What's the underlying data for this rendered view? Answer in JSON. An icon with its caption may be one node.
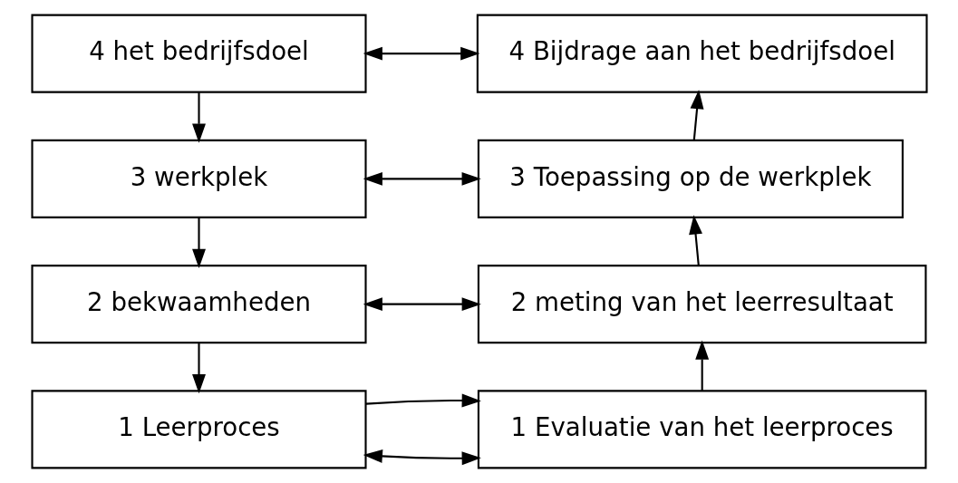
{
  "diagram": {
    "nodes": [
      {
        "text": [
          "4 het bedrijfsdoel"
        ]
      },
      {
        "text": [
          "4 Bijdrage aan het bedrijfsdoel"
        ]
      },
      {
        "text": [
          "3 werkplek"
        ]
      },
      {
        "text": [
          "3 Toepassing op de werkplek"
        ]
      },
      {
        "text": [
          "2 bekwaamheden"
        ]
      },
      {
        "text": [
          "2 meting van het leerresultaat"
        ]
      },
      {
        "text": [
          "1 Leerproces"
        ]
      },
      {
        "text": [
          "1 Evaluatie van het leerproces"
        ]
      }
    ],
    "edges": [
      {
        "from": 0,
        "to": 1,
        "arrow": "both"
      },
      {
        "from": 0,
        "to": 2,
        "arrow": "to"
      },
      {
        "from": 2,
        "to": 3,
        "arrow": "both"
      },
      {
        "from": 2,
        "to": 4,
        "arrow": "to"
      },
      {
        "from": 4,
        "to": 5,
        "arrow": "both"
      },
      {
        "from": 4,
        "to": 6,
        "arrow": "to"
      },
      {
        "from": 6,
        "to": 7,
        "arrow": "both"
      },
      {
        "from": 6,
        "to": 7,
        "arrow": "to"
      },
      {
        "from": 7,
        "to": 5,
        "arrow": "to"
      },
      {
        "from": 5,
        "to": 3,
        "arrow": "to"
      },
      {
        "from": 3,
        "to": 1,
        "arrow": "to"
      }
    ]
  }
}
